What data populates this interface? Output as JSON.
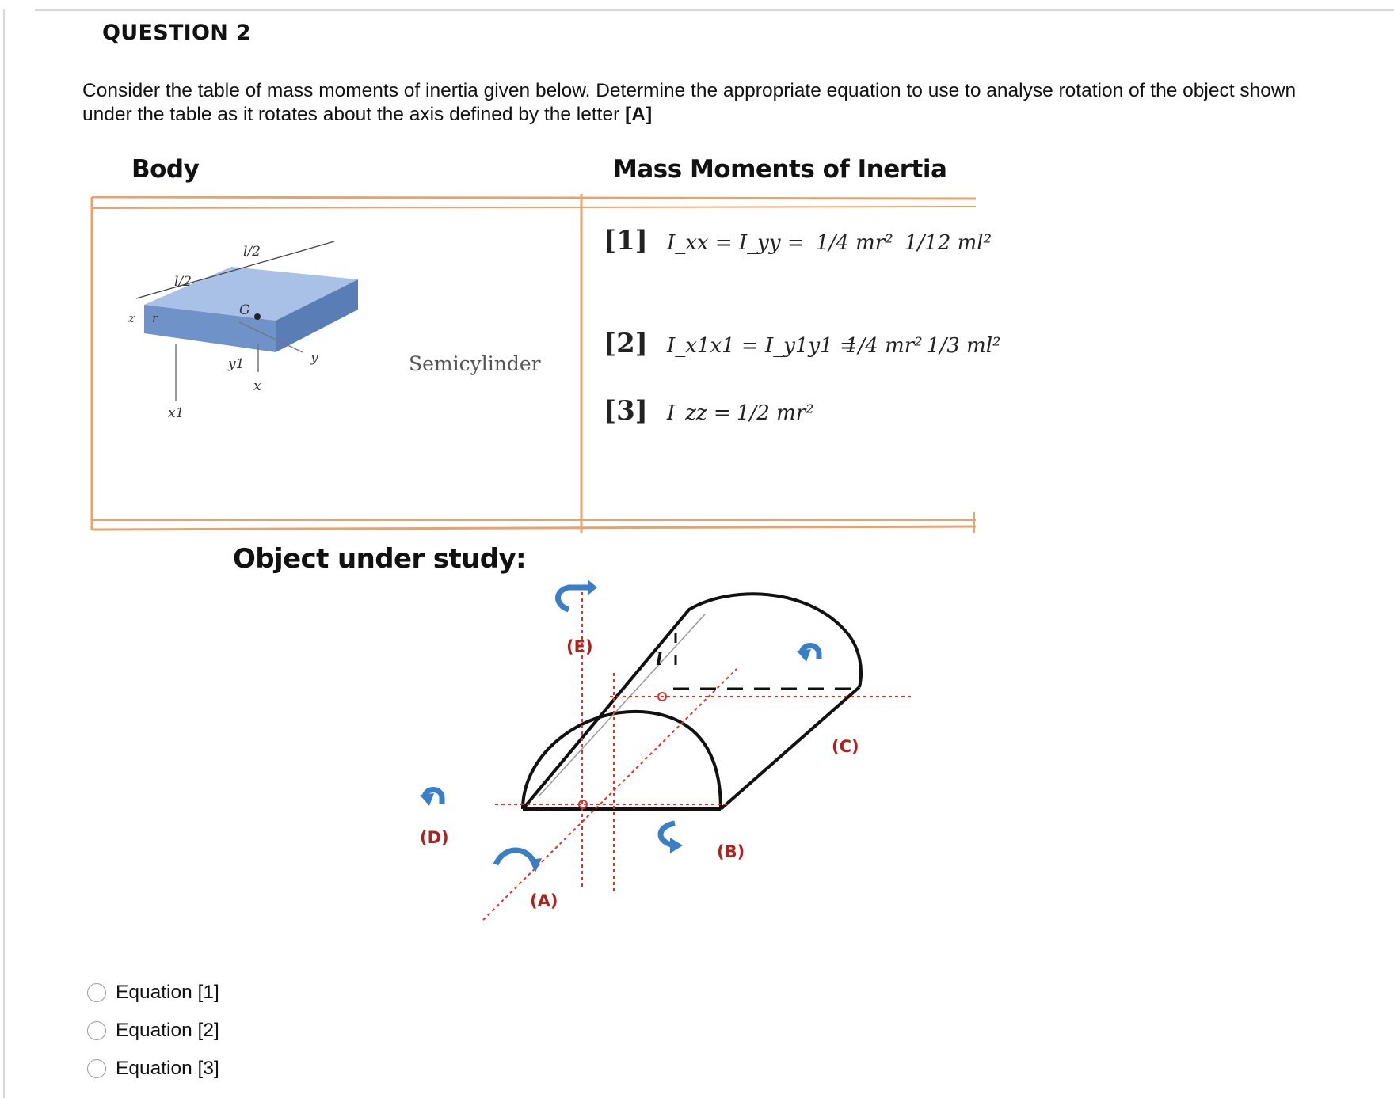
{
  "question": {
    "title": "QUESTION 2",
    "prompt_text": "Consider the table of mass moments of inertia given below. Determine the appropriate equation to use to analyse rotation of the object shown under the table as it rotates about the axis defined by the letter ",
    "prompt_bold": "[A]"
  },
  "table": {
    "col_body": "Body",
    "col_mmi": "Mass Moments of Inertia",
    "body_name": "Semicylinder",
    "body_labels": {
      "half_l_left": "l/2",
      "half_l_right": "l/2",
      "g": "G",
      "r": "r",
      "z": "z",
      "x1": "x1",
      "y1": "y1",
      "x": "x",
      "y": "y"
    },
    "equations": [
      {
        "tag": "[1]",
        "lhs": "I_xx = I_yy =",
        "term1": "1/4 mr²",
        "term2": "1/12 ml²"
      },
      {
        "tag": "[2]",
        "lhs": "I_x1x1 = I_y1y1 =",
        "term1": "1/4 mr²",
        "term2": "1/3 ml²"
      },
      {
        "tag": "[3]",
        "lhs": "I_zz =",
        "term1": "1/2 mr²"
      }
    ]
  },
  "object_section": {
    "title": "Object under study:",
    "labels": {
      "A": "(A)",
      "B": "(B)",
      "C": "(C)",
      "D": "(D)",
      "E": "(E)",
      "l": "l"
    }
  },
  "options": [
    {
      "label": "Equation [1]",
      "selected": false
    },
    {
      "label": "Equation [2]",
      "selected": false
    },
    {
      "label": "Equation [3]",
      "selected": false
    }
  ],
  "colors": {
    "table_line": "#e8a36b",
    "axis_red": "#e0302a",
    "arrow_blue": "#3a7ec8",
    "label_red": "#b0201c",
    "body_blue": "#6f92c8"
  }
}
